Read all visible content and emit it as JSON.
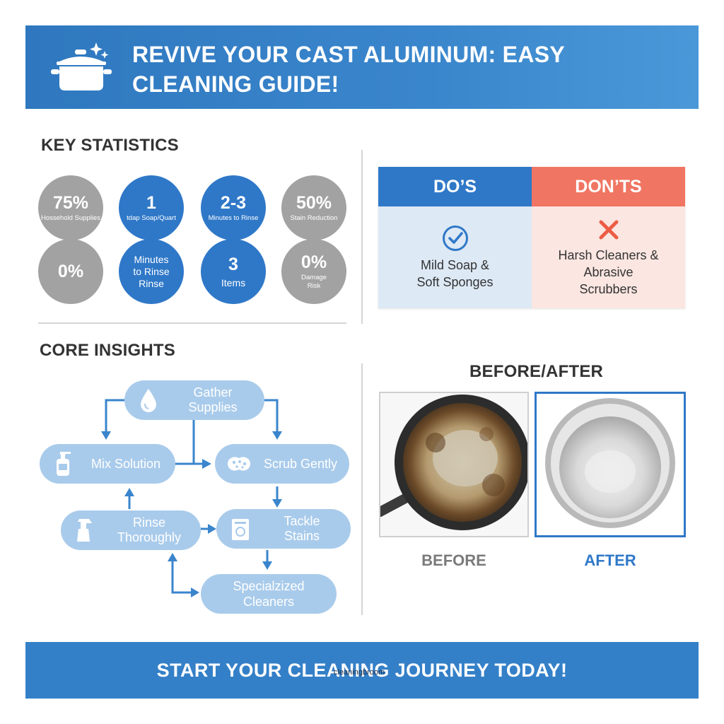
{
  "header": {
    "title": "REVIVE YOUR CAST ALUMINUM: EASY CLEANING GUIDE!",
    "icon": "cooking-pot-icon"
  },
  "stats": {
    "title": "KEY STATISTICS",
    "items": [
      {
        "value": "75%",
        "label": "Hossehold Supplies",
        "color": "gray"
      },
      {
        "value": "1",
        "label": "tdap Soap/Quart",
        "color": "blue"
      },
      {
        "value": "2-3",
        "label": "Minutes to Rinse",
        "color": "blue"
      },
      {
        "value": "50%",
        "label": "Stain Reduction",
        "color": "gray"
      },
      {
        "value": "0%",
        "label": "",
        "color": "gray"
      },
      {
        "value": "Minutes to Rinse",
        "label": "Rinse",
        "color": "blue"
      },
      {
        "value": "3",
        "label": "Items",
        "color": "blue"
      },
      {
        "value": "0%",
        "label": "Damage Risk",
        "color": "gray"
      }
    ]
  },
  "dos_donts": {
    "dos": {
      "title": "DO’S",
      "text": "Mild Soap & Soft Sponges",
      "icon": "checkmark-icon",
      "color": "#2f78c8"
    },
    "donts": {
      "title": "DON’TS",
      "text": "Harsh Cleaners & Abrasive Scrubbers",
      "icon": "x-mark-icon",
      "color": "#f07562"
    }
  },
  "insights": {
    "title": "CORE INSIGHTS",
    "steps": [
      {
        "label": "Gather Supplies",
        "icon": "water-drop-icon"
      },
      {
        "label": "Mix Solution",
        "icon": "soap-bottle-icon"
      },
      {
        "label": "Scrub Gently",
        "icon": "sponge-icon"
      },
      {
        "label": "Rinse Thoroughly",
        "icon": "spray-bottle-icon"
      },
      {
        "label": "Tackle Stains",
        "icon": "cleaner-box-icon"
      },
      {
        "label": "Specialzized Cleaners",
        "icon": ""
      }
    ]
  },
  "before_after": {
    "title": "BEFORE/AFTER",
    "before_label": "BEFORE",
    "after_label": "AFTER"
  },
  "footer": {
    "cta": "START YOUR CLEANING JOURNEY TODAY!",
    "watermark": "cleaningbroom"
  }
}
